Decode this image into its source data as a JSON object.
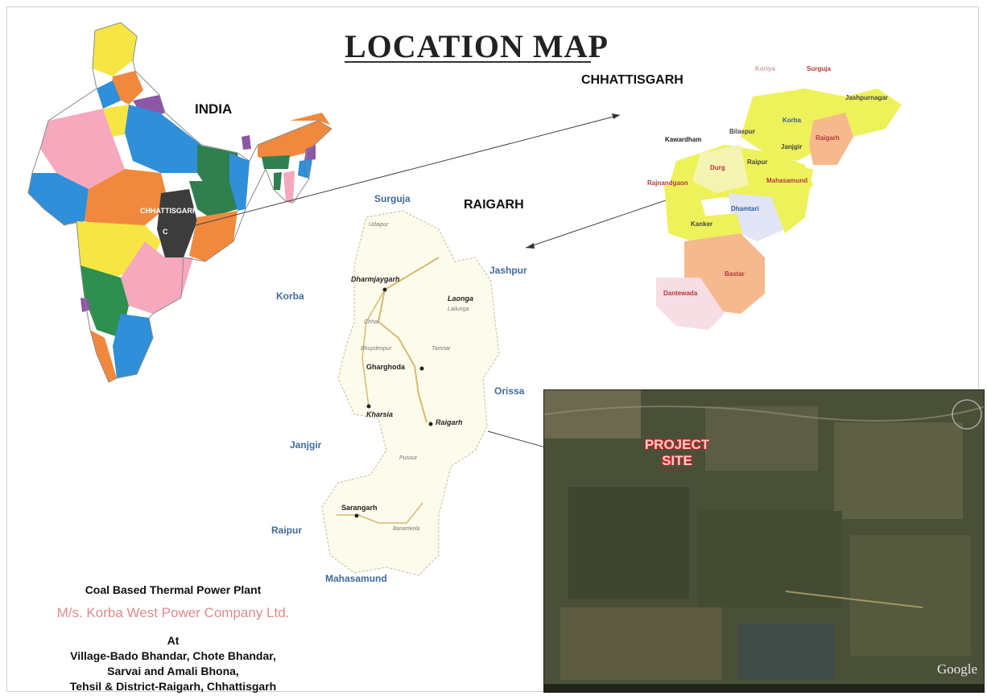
{
  "title": "LOCATION MAP",
  "india": {
    "label": "INDIA",
    "state_label": "CHHATTISGARH",
    "marker": "C"
  },
  "chhattisgarh": {
    "label": "CHHATTISGARH",
    "districts": [
      {
        "name": "Koriya",
        "color": "red"
      },
      {
        "name": "Surguja",
        "color": "red"
      },
      {
        "name": "Jashpurnagar",
        "color": "dark"
      },
      {
        "name": "Korba",
        "color": "blue"
      },
      {
        "name": "Kawardham",
        "color": "dark"
      },
      {
        "name": "Bilaspur",
        "color": "dark"
      },
      {
        "name": "Raigarh",
        "color": "red"
      },
      {
        "name": "Janjgir",
        "color": "dark"
      },
      {
        "name": "Durg",
        "color": "red"
      },
      {
        "name": "Raipur",
        "color": "dark"
      },
      {
        "name": "Rajnandgaon",
        "color": "red"
      },
      {
        "name": "Mahasamund",
        "color": "red"
      },
      {
        "name": "Dhamtari",
        "color": "blue"
      },
      {
        "name": "Kanker",
        "color": "dark"
      },
      {
        "name": "Bastar",
        "color": "red"
      },
      {
        "name": "Dantewada",
        "color": "red"
      }
    ]
  },
  "raigarh": {
    "label": "RAIGARH",
    "neighbors": [
      "Surguja",
      "Jashpur",
      "Korba",
      "Orissa",
      "Janjgir",
      "Raipur",
      "Mahasamund"
    ],
    "towns": [
      "Dharmjaygarh",
      "Laonga",
      "Gharghoda",
      "Kharsia",
      "Raigarh",
      "Sarangarh"
    ],
    "villages": [
      "Udaipur",
      "Lailunga",
      "Tamnar",
      "Pusour",
      "Baramkela",
      "Chhal",
      "Bhupdeopur"
    ]
  },
  "satellite": {
    "label_line1": "PROJECT",
    "label_line2": "SITE",
    "attribution": "Google"
  },
  "caption": {
    "line1": "Coal Based Thermal Power Plant",
    "company": "M/s. Korba West Power Company Ltd.",
    "at": "At",
    "address1": "Village-Bado Bhandar, Chote Bhandar,",
    "address2": "Sarvai and Amali Bhona,",
    "address3": "Tehsil & District-Raigarh, Chhattisgarh"
  },
  "colors": {
    "company_text": "#e08a8a",
    "neighbor_text": "#3f6b9c",
    "satellite": "#4a5038"
  }
}
